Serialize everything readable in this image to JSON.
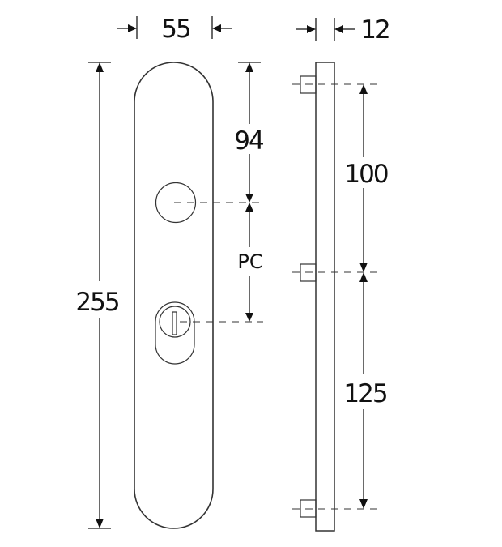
{
  "diagram": {
    "type": "technical drawing",
    "subject": "door escutcheon plate with handle hole and key cylinder cutout, front and side views",
    "colors": {
      "line": "#1a1a1a",
      "background": "#ffffff"
    },
    "front_view": {
      "width_label": "55",
      "height_label": "255",
      "handle_to_top_label": "94",
      "center_distance_label": "PC"
    },
    "side_view": {
      "thickness_label": "12",
      "upper_pin_spacing_label": "100",
      "lower_pin_spacing_label": "125"
    }
  }
}
